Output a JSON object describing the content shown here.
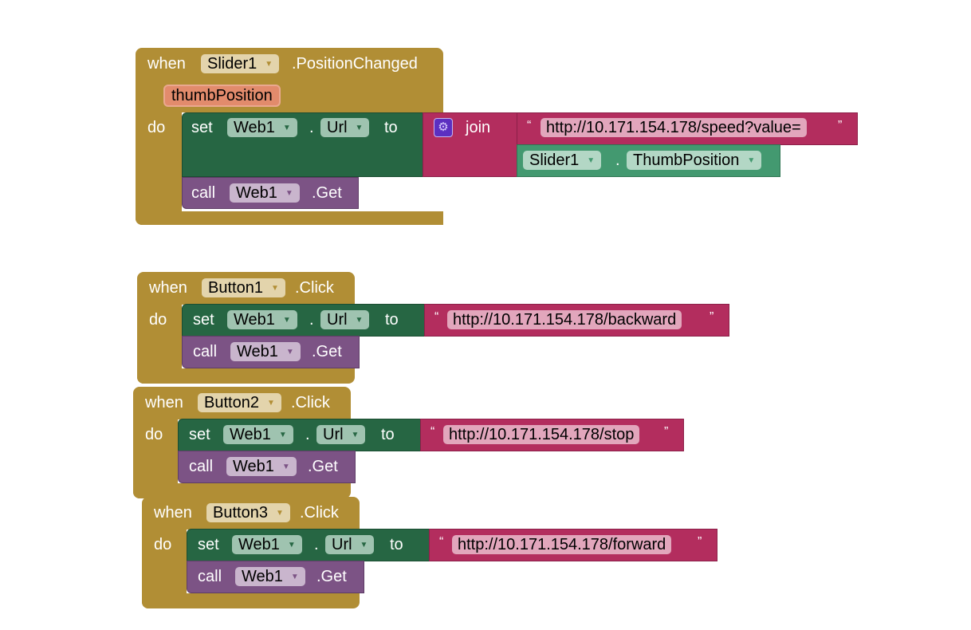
{
  "blocks": [
    {
      "when": "when",
      "component": "Slider1",
      "event": ".PositionChanged",
      "param": "thumbPosition",
      "do": "do",
      "set": {
        "label": "set",
        "component": "Web1",
        "dot": ".",
        "property": "Url",
        "to": "to"
      },
      "join": {
        "label": "join",
        "icon": "gear-icon",
        "text": "http://10.171.154.178/speed?value=",
        "getter": {
          "component": "Slider1",
          "dot": ".",
          "property": "ThumbPosition"
        }
      },
      "call": {
        "label": "call",
        "component": "Web1",
        "method": ".Get"
      }
    },
    {
      "when": "when",
      "component": "Button1",
      "event": ".Click",
      "do": "do",
      "set": {
        "label": "set",
        "component": "Web1",
        "dot": ".",
        "property": "Url",
        "to": "to"
      },
      "text": "http://10.171.154.178/backward",
      "call": {
        "label": "call",
        "component": "Web1",
        "method": ".Get"
      }
    },
    {
      "when": "when",
      "component": "Button2",
      "event": ".Click",
      "do": "do",
      "set": {
        "label": "set",
        "component": "Web1",
        "dot": ".",
        "property": "Url",
        "to": "to"
      },
      "text": "http://10.171.154.178/stop",
      "call": {
        "label": "call",
        "component": "Web1",
        "method": ".Get"
      }
    },
    {
      "when": "when",
      "component": "Button3",
      "event": ".Click",
      "do": "do",
      "set": {
        "label": "set",
        "component": "Web1",
        "dot": ".",
        "property": "Url",
        "to": "to"
      },
      "text": "http://10.171.154.178/forward",
      "call": {
        "label": "call",
        "component": "Web1",
        "method": ".Get"
      }
    }
  ],
  "quote_open": "“",
  "quote_close": "”",
  "arrow": "▼",
  "colors": {
    "event": "#b18e35",
    "setter": "#266643",
    "call": "#7c5385",
    "text": "#b32d5e",
    "getter": "#439970"
  }
}
